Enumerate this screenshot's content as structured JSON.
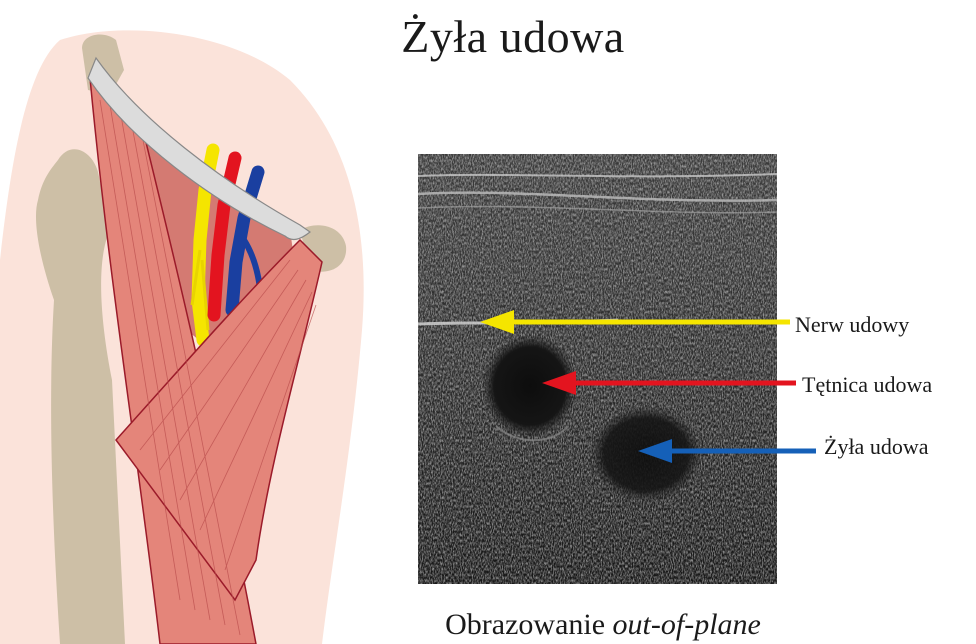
{
  "title": "Żyła udowa",
  "labels": {
    "nerve": "Nerw udowy",
    "artery": "Tętnica udowa",
    "vein": "Żyła udowa"
  },
  "caption": {
    "prefix": "Obrazowanie ",
    "emphasis": "out-of-plane"
  },
  "colors": {
    "nerve": "#f5e500",
    "artery": "#e3141f",
    "vein": "#1560b8",
    "illustration_vein": "#1a3fa0",
    "muscle": "#e4857a",
    "bone": "#cdbfa6",
    "skin": "#fbe4dc",
    "ligament": "#dcdcdc"
  }
}
